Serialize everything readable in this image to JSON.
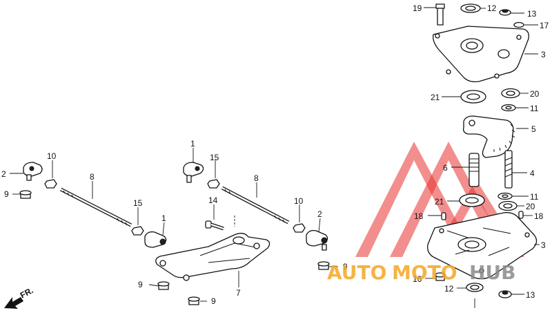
{
  "diagram": {
    "callouts": {
      "c1a": "1",
      "c1b": "1",
      "c2a": "2",
      "c2b": "2",
      "c3a": "3",
      "c3b": "3",
      "c4": "4",
      "c5": "5",
      "c6": "6",
      "c7": "7",
      "c8a": "8",
      "c8b": "8",
      "c9a": "9",
      "c9b": "9",
      "c9c": "9",
      "c9d": "9",
      "c10a": "10",
      "c10b": "10",
      "c11a": "11",
      "c11b": "11",
      "c12a": "12",
      "c12b": "12",
      "c13a": "13",
      "c13b": "13",
      "c14": "14",
      "c15a": "15",
      "c15b": "15",
      "c16": "16",
      "c17": "17",
      "c18a": "18",
      "c18b": "18",
      "c19": "19",
      "c20a": "20",
      "c20b": "20",
      "c21a": "21",
      "c21b": "21"
    },
    "direction_label": "FR."
  },
  "watermark": {
    "text_part1": "AUTO",
    "text_part2": "MOTO",
    "text_part3": "HUB",
    "colors": {
      "red": "#e8312f",
      "orange": "#f5a623",
      "grey": "#8a8a8a"
    }
  }
}
